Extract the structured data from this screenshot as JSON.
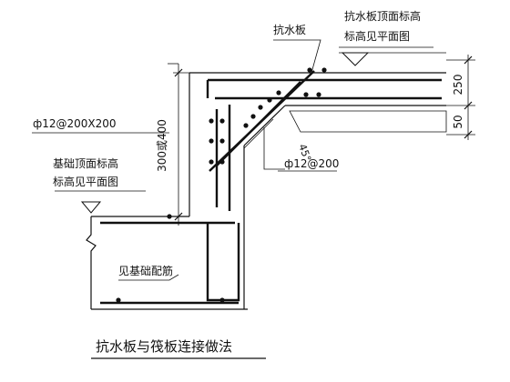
{
  "labels": {
    "anti_water_slab": "抗水板",
    "slab_top_elev_line1": "抗水板顶面标高",
    "slab_top_elev_line2": "标高见平面图",
    "dim_250": "250",
    "dim_50": "50",
    "dim_300_400": "300或400",
    "rebar_left": "ф12@200X200",
    "angle": "45°",
    "rebar_bottom": "ф12@200",
    "found_top_elev_line1": "基础顶面标高",
    "found_top_elev_line2": "标高见平面图",
    "see_found_rebar": "见基础配筋",
    "title": "抗水板与筏板连接做法"
  },
  "colors": {
    "line": "#111111",
    "hatch": "#111111",
    "background": "#ffffff"
  }
}
